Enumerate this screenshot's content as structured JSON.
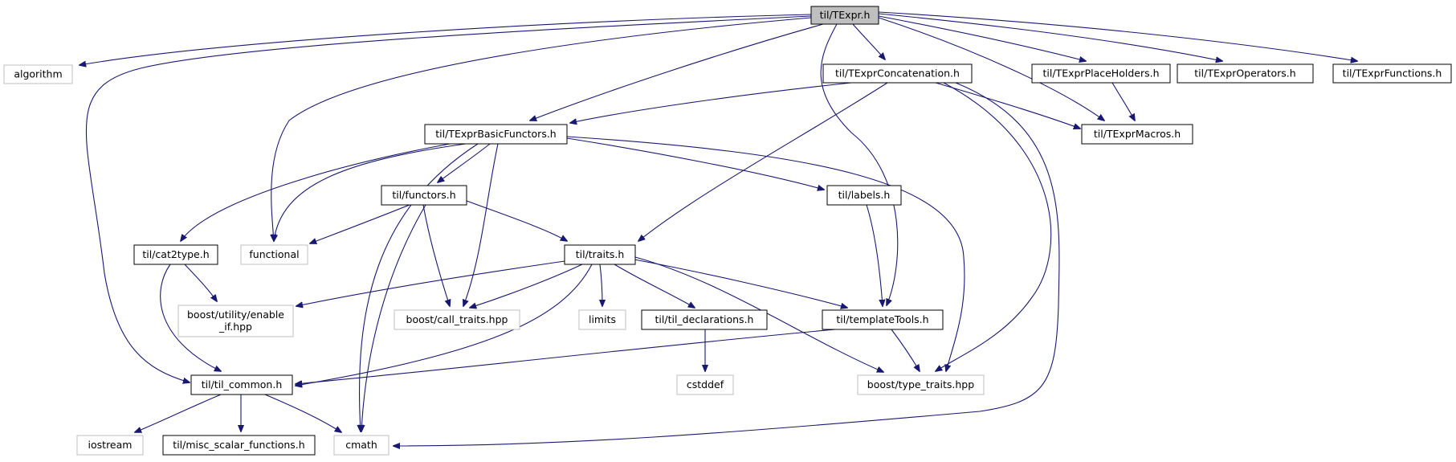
{
  "graph": {
    "colors": {
      "edge": "#191970",
      "box_border": "#000000",
      "external_border": "#bfbfbf",
      "root_fill": "#bfbfbf",
      "fill": "#ffffff"
    },
    "nodes": [
      {
        "id": "texpr",
        "lines": [
          "til/TExpr.h"
        ],
        "kind": "root"
      },
      {
        "id": "algorithm",
        "lines": [
          "algorithm"
        ],
        "kind": "external"
      },
      {
        "id": "concat",
        "lines": [
          "til/TExprConcatenation.h"
        ],
        "kind": "file"
      },
      {
        "id": "placeholders",
        "lines": [
          "til/TExprPlaceHolders.h"
        ],
        "kind": "file"
      },
      {
        "id": "operators",
        "lines": [
          "til/TExprOperators.h"
        ],
        "kind": "file"
      },
      {
        "id": "functions",
        "lines": [
          "til/TExprFunctions.h"
        ],
        "kind": "file"
      },
      {
        "id": "basic",
        "lines": [
          "til/TExprBasicFunctors.h"
        ],
        "kind": "file"
      },
      {
        "id": "macros",
        "lines": [
          "til/TExprMacros.h"
        ],
        "kind": "file"
      },
      {
        "id": "functors",
        "lines": [
          "til/functors.h"
        ],
        "kind": "file"
      },
      {
        "id": "labels",
        "lines": [
          "til/labels.h"
        ],
        "kind": "file"
      },
      {
        "id": "cat2type",
        "lines": [
          "til/cat2type.h"
        ],
        "kind": "file"
      },
      {
        "id": "functional",
        "lines": [
          "functional"
        ],
        "kind": "external"
      },
      {
        "id": "traits",
        "lines": [
          "til/traits.h"
        ],
        "kind": "file"
      },
      {
        "id": "enable_if",
        "lines": [
          "boost/utility/enable",
          "_if.hpp"
        ],
        "kind": "external"
      },
      {
        "id": "call_traits",
        "lines": [
          "boost/call_traits.hpp"
        ],
        "kind": "external"
      },
      {
        "id": "limits",
        "lines": [
          "limits"
        ],
        "kind": "external"
      },
      {
        "id": "til_decl",
        "lines": [
          "til/til_declarations.h"
        ],
        "kind": "file"
      },
      {
        "id": "template_tools",
        "lines": [
          "til/templateTools.h"
        ],
        "kind": "file"
      },
      {
        "id": "til_common",
        "lines": [
          "til/til_common.h"
        ],
        "kind": "file"
      },
      {
        "id": "cstddef",
        "lines": [
          "cstddef"
        ],
        "kind": "external"
      },
      {
        "id": "type_traits",
        "lines": [
          "boost/type_traits.hpp"
        ],
        "kind": "external"
      },
      {
        "id": "iostream",
        "lines": [
          "iostream"
        ],
        "kind": "external"
      },
      {
        "id": "misc",
        "lines": [
          "til/misc_scalar_functions.h"
        ],
        "kind": "file"
      },
      {
        "id": "cmath",
        "lines": [
          "cmath"
        ],
        "kind": "external"
      }
    ],
    "edges": [
      {
        "from": "texpr",
        "to": "algorithm"
      },
      {
        "from": "texpr",
        "to": "til_common"
      },
      {
        "from": "texpr",
        "to": "functional"
      },
      {
        "from": "texpr",
        "to": "basic"
      },
      {
        "from": "texpr",
        "to": "template_tools"
      },
      {
        "from": "texpr",
        "to": "concat"
      },
      {
        "from": "texpr",
        "to": "macros"
      },
      {
        "from": "texpr",
        "to": "placeholders"
      },
      {
        "from": "texpr",
        "to": "operators"
      },
      {
        "from": "texpr",
        "to": "functions"
      },
      {
        "from": "concat",
        "to": "basic"
      },
      {
        "from": "concat",
        "to": "traits"
      },
      {
        "from": "concat",
        "to": "macros"
      },
      {
        "from": "concat",
        "to": "type_traits"
      },
      {
        "from": "concat",
        "to": "cmath"
      },
      {
        "from": "placeholders",
        "to": "macros"
      },
      {
        "from": "basic",
        "to": "cat2type"
      },
      {
        "from": "basic",
        "to": "functional"
      },
      {
        "from": "basic",
        "to": "functors"
      },
      {
        "from": "basic",
        "to": "call_traits"
      },
      {
        "from": "basic",
        "to": "cmath"
      },
      {
        "from": "basic",
        "to": "labels"
      },
      {
        "from": "basic",
        "to": "type_traits"
      },
      {
        "from": "functors",
        "to": "functional"
      },
      {
        "from": "functors",
        "to": "traits"
      },
      {
        "from": "functors",
        "to": "call_traits"
      },
      {
        "from": "functors",
        "to": "cmath"
      },
      {
        "from": "labels",
        "to": "template_tools"
      },
      {
        "from": "cat2type",
        "to": "enable_if"
      },
      {
        "from": "cat2type",
        "to": "til_common"
      },
      {
        "from": "traits",
        "to": "enable_if"
      },
      {
        "from": "traits",
        "to": "call_traits"
      },
      {
        "from": "traits",
        "to": "limits"
      },
      {
        "from": "traits",
        "to": "til_decl"
      },
      {
        "from": "traits",
        "to": "template_tools"
      },
      {
        "from": "traits",
        "to": "til_common"
      },
      {
        "from": "traits",
        "to": "type_traits"
      },
      {
        "from": "til_decl",
        "to": "cstddef"
      },
      {
        "from": "template_tools",
        "to": "til_common"
      },
      {
        "from": "template_tools",
        "to": "type_traits"
      },
      {
        "from": "til_common",
        "to": "iostream"
      },
      {
        "from": "til_common",
        "to": "misc"
      },
      {
        "from": "til_common",
        "to": "cmath"
      }
    ]
  }
}
